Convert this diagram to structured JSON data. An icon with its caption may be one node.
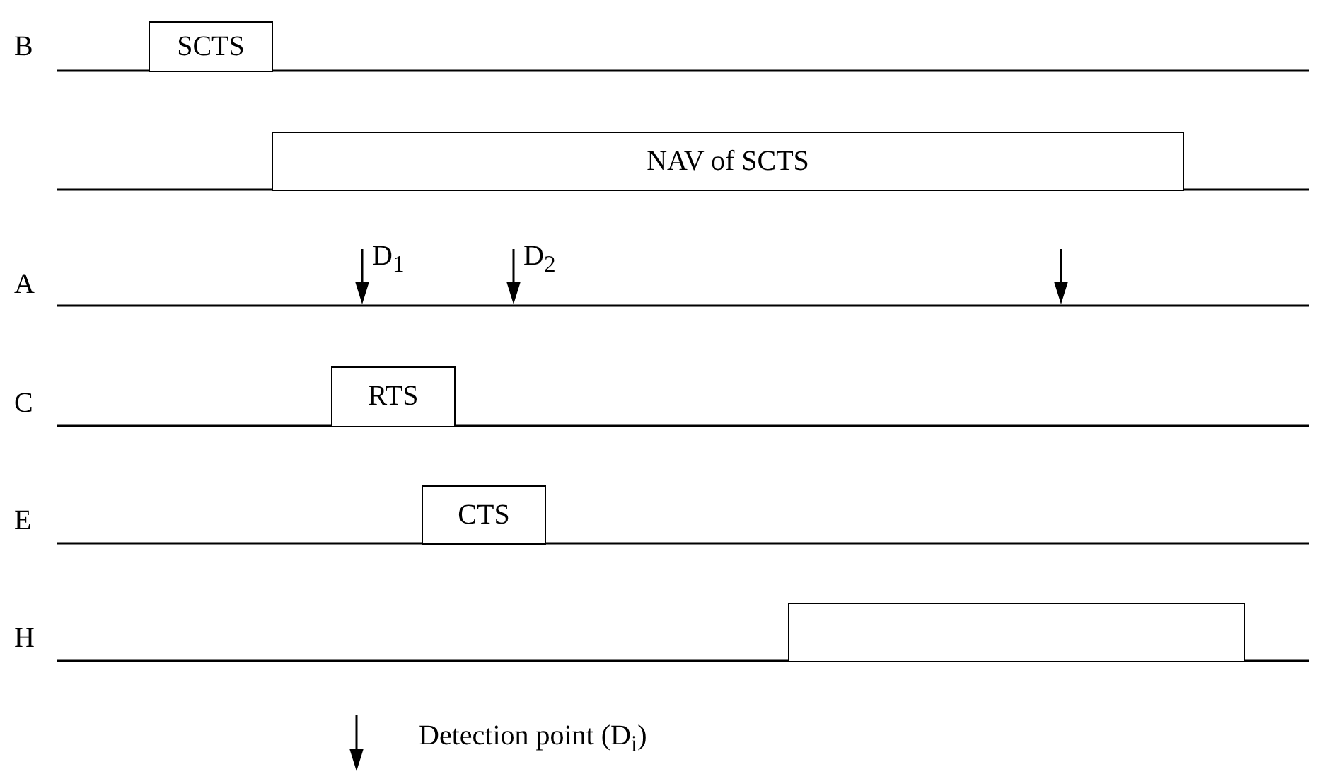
{
  "diagram": {
    "nodes": [
      {
        "text": [
          "SCTS"
        ]
      },
      {
        "text": [
          "NAV of SCTS"
        ]
      },
      {
        "text": [
          "RTS"
        ]
      },
      {
        "text": [
          "CTS"
        ]
      },
      {
        "text": [],
        "shape": "box"
      }
    ],
    "labels": [
      "B",
      "D$_{1}$",
      "D$_{2}$",
      "A",
      "C",
      "E",
      "H"
    ],
    "legend": [
      {
        "text": "Detection point (D$_{i}$)"
      }
    ]
  }
}
